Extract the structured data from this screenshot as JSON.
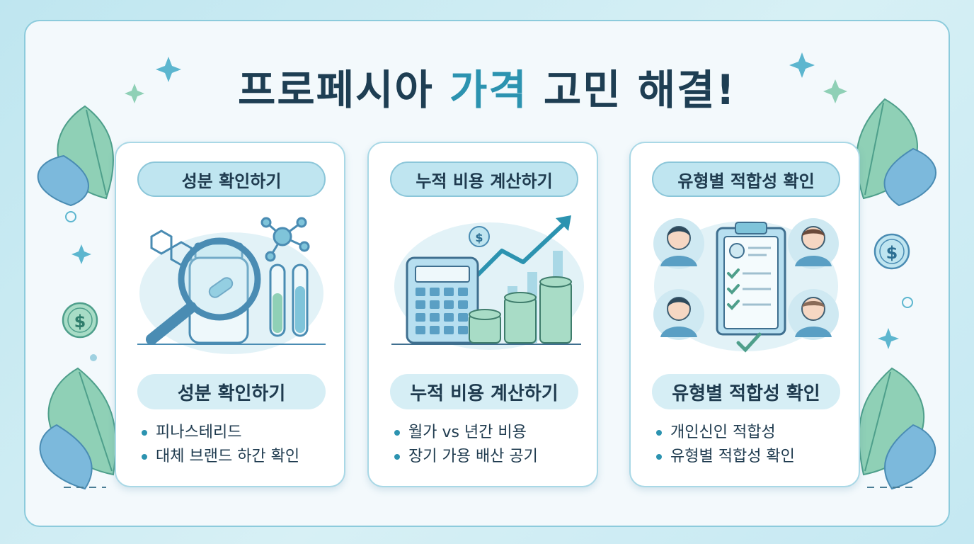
{
  "title": {
    "part1": "프로페시아 ",
    "highlight": "가격",
    "part2": " 고민 해결!"
  },
  "cards": [
    {
      "pill": "성분 확인하기",
      "subtitle": "성분 확인하기",
      "items": [
        "피나스테리드",
        "대체 브랜드 하간 확인"
      ]
    },
    {
      "pill": "누적 비용 계산하기",
      "subtitle": "누적 비용 계산하기",
      "items": [
        "월가 vs 년간 비용",
        "장기 가용 배산 공기"
      ]
    },
    {
      "pill": "유형별 적합성 확인",
      "subtitle": "유형별 적합성 확인",
      "items": [
        "개인신인 적합성",
        "유형별 적합성 확인"
      ]
    }
  ],
  "icons": {
    "coin_symbol": "$"
  },
  "colors": {
    "accent": "#2c93b0",
    "title": "#1e3e53",
    "leaf": "#6fb9a8"
  }
}
